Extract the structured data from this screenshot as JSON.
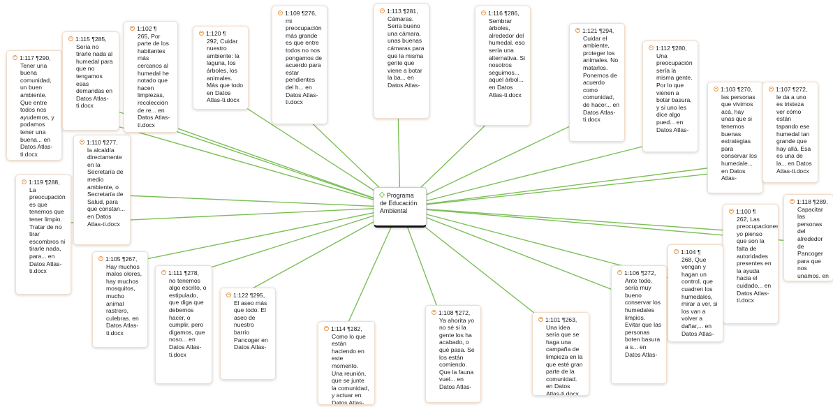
{
  "center": {
    "label": "Programa de Educación Ambiental",
    "icon": "code-diamond-icon"
  },
  "colors": {
    "edge": "#7cbf57",
    "quote_icon": "#e89a4c",
    "card_border": "#f3ddc9"
  },
  "quotes": [
    {
      "ref": "1:117 ¶290,",
      "text": "Tener una buena comunidad, un buen ambiente. Que entre todos nos ayudemos, y podamos tener una buena... en Datos Atlas-ti.docx"
    },
    {
      "ref": "1:115 ¶285,",
      "text": "Sería no tirarle nada al humedal para que no tengamos esas demandas en Datos Atlas-ti.docx"
    },
    {
      "ref": "1:102 ¶",
      "text": "265, Por parte de los habitantes más cercanos al humedal he notado que hacen limpiezas, recolección de re... en Datos Atlas-ti.docx"
    },
    {
      "ref": "1:120 ¶",
      "text": "292, Cuidar nuestro ambiente: la laguna, los árboles, los animales. Más que todo en Datos Atlas-ti.docx"
    },
    {
      "ref": "1:109 ¶276,",
      "text": "mi preocupación más grande es que entre todos no nos pongamos de acuerdo para estar pendientes del h... en Datos Atlas-ti.docx"
    },
    {
      "ref": "1:113 ¶281,",
      "text": "Cámaras. Sería bueno una cámara, unas buenas cámaras para que la misma gente que viene a botar la ba... en Datos Atlas-"
    },
    {
      "ref": "1:116 ¶286,",
      "text": "Sembrar árboles, alrededor del humedal, eso sería una alternativa. Si nosotros seguimos... aquel árbol... en Datos Atlas-ti.docx"
    },
    {
      "ref": "1:121 ¶294,",
      "text": "Cuidar el ambiente, proteger los animales. No matarlos. Ponernos de acuerdo como comunidad, de hacer... en Datos Atlas-ti.docx"
    },
    {
      "ref": "1:112 ¶280,",
      "text": "Una preocupación sería la misma gente. Por lo que vienen a botar basura, y si uno les dice algo pued... en Datos Atlas-"
    },
    {
      "ref": "1:103 ¶270,",
      "text": "las personas que vivimos acá, hay unas que si tenemos buenas estrategias para conservar los humedale... en Datos Atlas-"
    },
    {
      "ref": "1:107 ¶272,",
      "text": "le da a uno es tristeza ver cómo están tapando ese humedal tan grande que hay allá. Esa es una de la... en Datos Atlas-ti.docx"
    },
    {
      "ref": "1:110 ¶277,",
      "text": "la alcaldía directamente en la Secretaría de medio ambiente, o Secretaría de Salud, para que constan... en Datos Atlas-ti.docx"
    },
    {
      "ref": "1:119 ¶288,",
      "text": "La preocupación es que tenemos que tener limpio. Tratar de no tirar escombros ni tirarle nada, para... en Datos Atlas-ti.docx"
    },
    {
      "ref": "1:118 ¶289,",
      "text": "Capacitar las personas del alrededor de Pancoger para que nos unamos. en"
    },
    {
      "ref": "1:100 ¶",
      "text": "262, Las preocupaciones yo pienso que son la falta de autoridades presentes en la ayuda hacia el cuidado... en Datos Atlas-ti.docx"
    },
    {
      "ref": "1:104 ¶",
      "text": "268, Que vengan y hagan un control, que cuadren los humedales, mirar a ver, si los van a volver a dañar,... en Datos Atlas-"
    },
    {
      "ref": "1:106 ¶272,",
      "text": "Ante todo, sería muy bueno conservar los humedales limpios. Evitar que las personas boten basura a s... en Datos Atlas-"
    },
    {
      "ref": "1:101 ¶263,",
      "text": "Una idea sería que se haga una campaña de limpieza en la que esté gran parte de la comunidad. en Datos Atlas-ti.docx"
    },
    {
      "ref": "1:108 ¶272,",
      "text": "Ya ahorita yo no sé si la gente los ha acabado, o qué pasa. Se los están comiendo. Que la fauna vuel... en Datos Atlas-"
    },
    {
      "ref": "1:114 ¶282,",
      "text": "Como lo que están haciendo en este momento. Una reunión, que se junte la comunidad, y actuar en Datos Atlas-"
    },
    {
      "ref": "1:122 ¶295,",
      "text": "El aseo más que todo. El aseo de nuestro barrio Pancoger en Datos Atlas-"
    },
    {
      "ref": "1:111 ¶278,",
      "text": "no tenemos algo escrito, o estipulado, que diga que debemos hacer, o cumplir, pero digamos, que noso... en Datos Atlas-ti.docx"
    },
    {
      "ref": "1:105 ¶267,",
      "text": "Hay muchos malos olores, hay muchos mosquitos, mucho animal rastrero, culebras. en Datos Atlas-ti.docx"
    }
  ]
}
